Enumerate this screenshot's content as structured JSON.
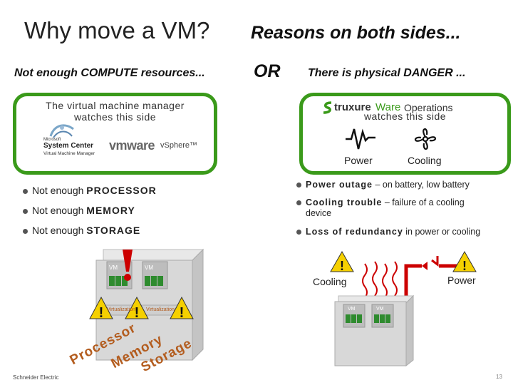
{
  "slide": {
    "title_left": "Why move a VM?",
    "title_right": "Reasons on both sides...",
    "sub_left": "Not enough COMPUTE resources...",
    "or_label": "OR",
    "sub_right": "There is physical DANGER ..."
  },
  "left_panel": {
    "text_line1": "The virtual machine manager",
    "text_line2": "watches this side",
    "sc_small": "Microsoft",
    "sc_name": "System Center",
    "sc_sub": "Virtual Machine Manager",
    "vm_logo": "vmware",
    "vsphere": "vSphere™"
  },
  "right_panel": {
    "brand": "truxure",
    "brand2": "Ware",
    "ops": "Operations",
    "text_line2": "watches this side",
    "power_label": "Power",
    "cooling_label": "Cooling"
  },
  "left_bullets": [
    {
      "prefix": "Not enough ",
      "key": "PROCESSOR"
    },
    {
      "prefix": "Not enough ",
      "key": "MEMORY"
    },
    {
      "prefix": "Not enough ",
      "key": "STORAGE"
    }
  ],
  "right_bullets": [
    {
      "key": "Power outage",
      "rest": " – on battery, low battery"
    },
    {
      "key": "Cooling trouble",
      "rest": " – failure of a cooling",
      "rest2": "device"
    },
    {
      "key": "Loss of redundancy",
      "rest": " in power or cooling"
    }
  ],
  "diagram_left": {
    "vm1": "VM",
    "vm2": "VM",
    "hw1": "Virtualization",
    "hw2": "Virtualization",
    "word_processor": "Processor",
    "word_memory": "Memory",
    "word_storage": "Storage"
  },
  "diagram_right": {
    "cooling": "Cooling",
    "power": "Power",
    "vm1": "VM",
    "vm2": "VM"
  },
  "footer": {
    "company": "Schneider Electric",
    "page": "13"
  },
  "colors": {
    "green_border": "#3a9a1a",
    "danger_red": "#cc0000",
    "warning_yellow": "#f5d000",
    "vm_green": "#2e8b2e",
    "word_orange": "#b35c1e"
  }
}
